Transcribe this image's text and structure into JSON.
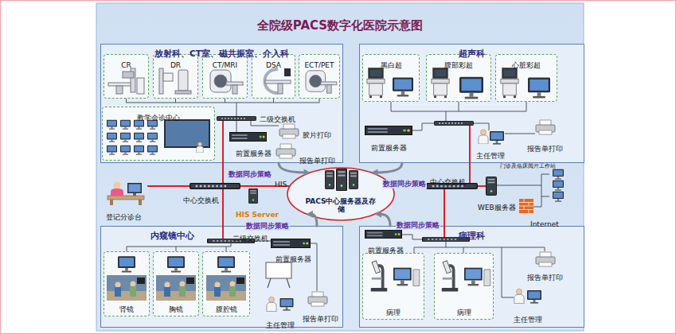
{
  "diagram": {
    "title": "全院级PACS数字化医院示意图",
    "nodes": [
      {
        "text": [
          "放射科、CT室、磁共振室、介入科"
        ]
      },
      {
        "text": [
          "CR"
        ],
        "in": 0
      },
      {
        "text": [
          "DR"
        ],
        "in": 0
      },
      {
        "text": [
          "CT/MRI"
        ],
        "in": 0
      },
      {
        "text": [
          "DSA"
        ],
        "in": 0
      },
      {
        "text": [
          "ECT/PET"
        ],
        "in": 0
      },
      {
        "text": [
          "教学会诊中心"
        ],
        "in": 0
      },
      {
        "text": [
          "超声科"
        ]
      },
      {
        "text": [
          "黑白超"
        ],
        "in": 7
      },
      {
        "text": [
          "腹部彩超"
        ],
        "in": 7
      },
      {
        "text": [
          "心脏彩超"
        ],
        "in": 7
      },
      {
        "text": [
          "PACS中心服务器及存储"
        ]
      },
      {
        "text": [
          "内窥镜中心"
        ]
      },
      {
        "text": [
          "肾镜"
        ],
        "in": 12
      },
      {
        "text": [
          "胸镜"
        ],
        "in": 12
      },
      {
        "text": [
          "腹腔镜"
        ],
        "in": 12
      },
      {
        "text": [
          "病理科"
        ]
      },
      {
        "text": [
          "病理"
        ],
        "in": 16
      },
      {
        "text": [
          "病理"
        ],
        "in": 16
      }
    ],
    "edges": [
      {
        "from": 0,
        "to": 11,
        "arrow": "to",
        "label": "数据同步策略"
      },
      {
        "from": 7,
        "to": 11,
        "arrow": "to",
        "label": "数据同步策略"
      },
      {
        "from": 12,
        "to": 11,
        "arrow": "to",
        "label": "数据同步策略"
      },
      {
        "from": 16,
        "to": 11,
        "arrow": "to",
        "label": "数据同步策略"
      }
    ],
    "labels": [
      "二级交换机",
      "胶片打印",
      "前置服务器",
      "报告单打印",
      "前置服务器",
      "主任管理",
      "门诊及临床阅片工作站",
      "报告单打印",
      "登记分诊台",
      "中心交换机",
      "HIS Server",
      "HIS",
      "中心交换机",
      "WEB服务器",
      "Internet",
      "二级交换机",
      "前置服务器",
      "主任管理",
      "报告单打印",
      "前置服务器",
      "报告单打印",
      "主任管理"
    ]
  }
}
